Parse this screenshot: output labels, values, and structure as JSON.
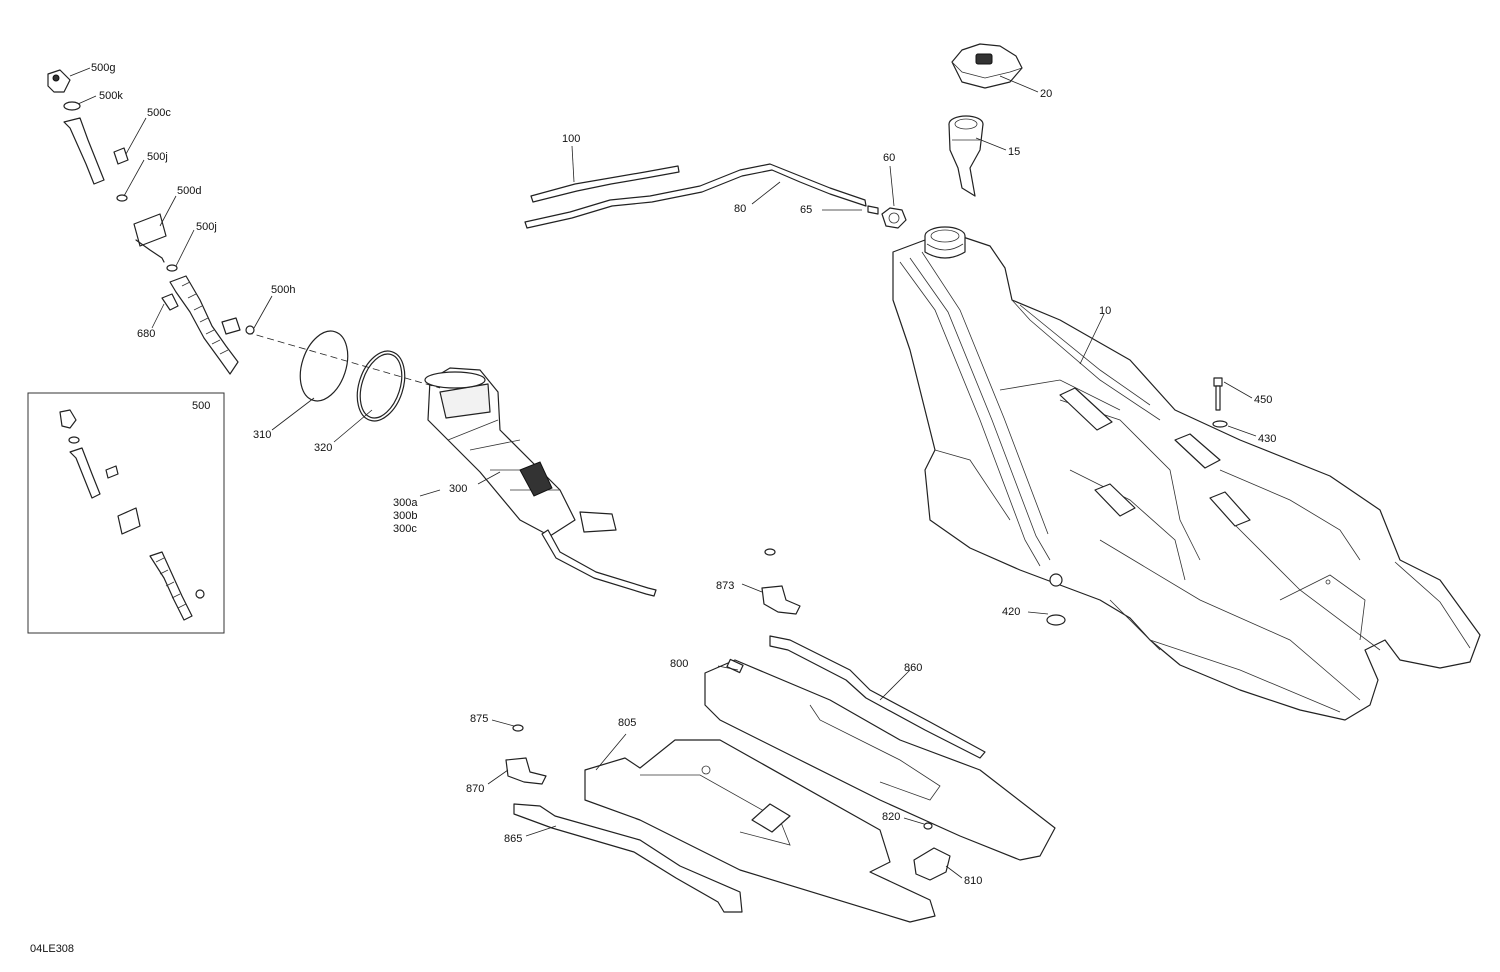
{
  "drawing_code": "04LE308",
  "inset": {
    "label": "500"
  },
  "callouts": {
    "c500g": "500g",
    "c500k": "500k",
    "c500c": "500c",
    "c500j_a": "500j",
    "c500d": "500d",
    "c500j_b": "500j",
    "c500h": "500h",
    "c680": "680",
    "c310": "310",
    "c320": "320",
    "c300": "300",
    "c300a": "300a",
    "c300b": "300b",
    "c300c": "300c",
    "c100": "100",
    "c80": "80",
    "c65": "65",
    "c60": "60",
    "c20": "20",
    "c15": "15",
    "c10": "10",
    "c450": "450",
    "c430": "430",
    "c420": "420",
    "c873": "873",
    "c860": "860",
    "c800": "800",
    "c805": "805",
    "c875": "875",
    "c870": "870",
    "c865": "865",
    "c820": "820",
    "c810": "810"
  }
}
